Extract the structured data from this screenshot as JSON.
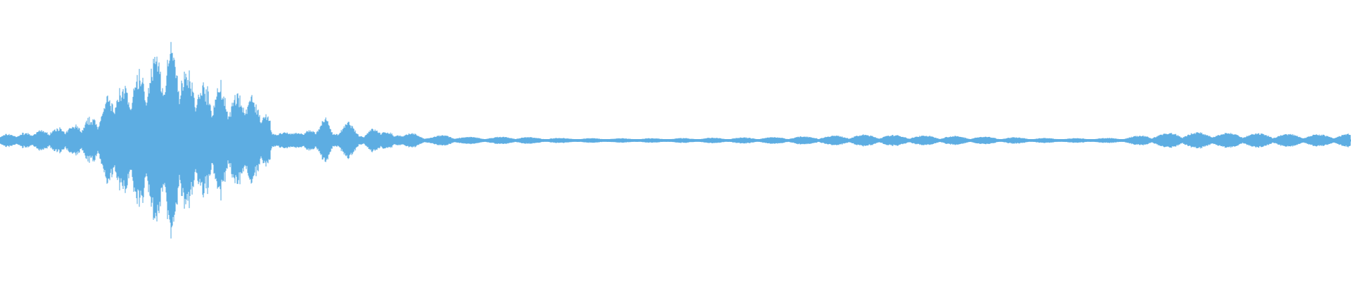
{
  "waveform": {
    "color": "#5DADE2",
    "background": "#FFFFFF",
    "duration_fraction_axis": "normalized 0-1",
    "envelope": [
      [
        0.0,
        0.06
      ],
      [
        0.018,
        0.07
      ],
      [
        0.036,
        0.11
      ],
      [
        0.054,
        0.14
      ],
      [
        0.066,
        0.2
      ],
      [
        0.075,
        0.28
      ],
      [
        0.083,
        0.5
      ],
      [
        0.096,
        0.55
      ],
      [
        0.108,
        0.7
      ],
      [
        0.12,
        0.88
      ],
      [
        0.132,
        0.85
      ],
      [
        0.144,
        0.6
      ],
      [
        0.152,
        0.52
      ],
      [
        0.164,
        0.52
      ],
      [
        0.172,
        0.4
      ],
      [
        0.18,
        0.48
      ],
      [
        0.195,
        0.33
      ],
      [
        0.205,
        0.08
      ],
      [
        0.216,
        0.06
      ],
      [
        0.226,
        0.15
      ],
      [
        0.234,
        0.06
      ],
      [
        0.242,
        0.25
      ],
      [
        0.25,
        0.08
      ],
      [
        0.258,
        0.16
      ],
      [
        0.266,
        0.06
      ],
      [
        0.274,
        0.13
      ],
      [
        0.282,
        0.06
      ],
      [
        0.29,
        0.12
      ],
      [
        0.298,
        0.04
      ],
      [
        0.306,
        0.07
      ],
      [
        0.318,
        0.03
      ],
      [
        0.33,
        0.05
      ],
      [
        0.345,
        0.03
      ],
      [
        0.365,
        0.03
      ],
      [
        0.38,
        0.035
      ],
      [
        0.4,
        0.025
      ],
      [
        0.44,
        0.02
      ],
      [
        0.5,
        0.02
      ],
      [
        0.54,
        0.025
      ],
      [
        0.575,
        0.03
      ],
      [
        0.61,
        0.04
      ],
      [
        0.64,
        0.05
      ],
      [
        0.67,
        0.045
      ],
      [
        0.7,
        0.04
      ],
      [
        0.74,
        0.03
      ],
      [
        0.78,
        0.02
      ],
      [
        0.81,
        0.02
      ],
      [
        0.83,
        0.025
      ],
      [
        0.85,
        0.05
      ],
      [
        0.87,
        0.07
      ],
      [
        0.9,
        0.07
      ],
      [
        0.93,
        0.06
      ],
      [
        0.96,
        0.055
      ],
      [
        0.985,
        0.05
      ],
      [
        1.0,
        0.06
      ]
    ]
  }
}
